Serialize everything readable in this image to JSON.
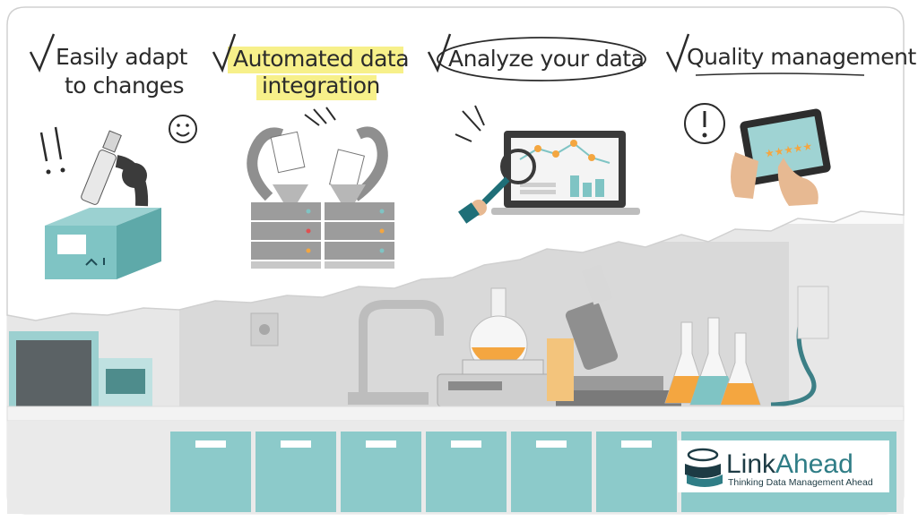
{
  "features": [
    {
      "line1": "Easily adapt",
      "line2": "to changes"
    },
    {
      "line1": "Automated data",
      "line2": "integration"
    },
    {
      "line1": "Analyze your data"
    },
    {
      "line1": "Quality management"
    }
  ],
  "logo": {
    "name_part1": "Link",
    "name_part2": "Ahead",
    "tagline": "Thinking Data Management Ahead"
  },
  "colors": {
    "teal": "#7fc4c4",
    "teal_dark": "#1f6f78",
    "orange": "#f4a640",
    "highlight": "#f7f08a",
    "ink": "#2b2b2b"
  }
}
